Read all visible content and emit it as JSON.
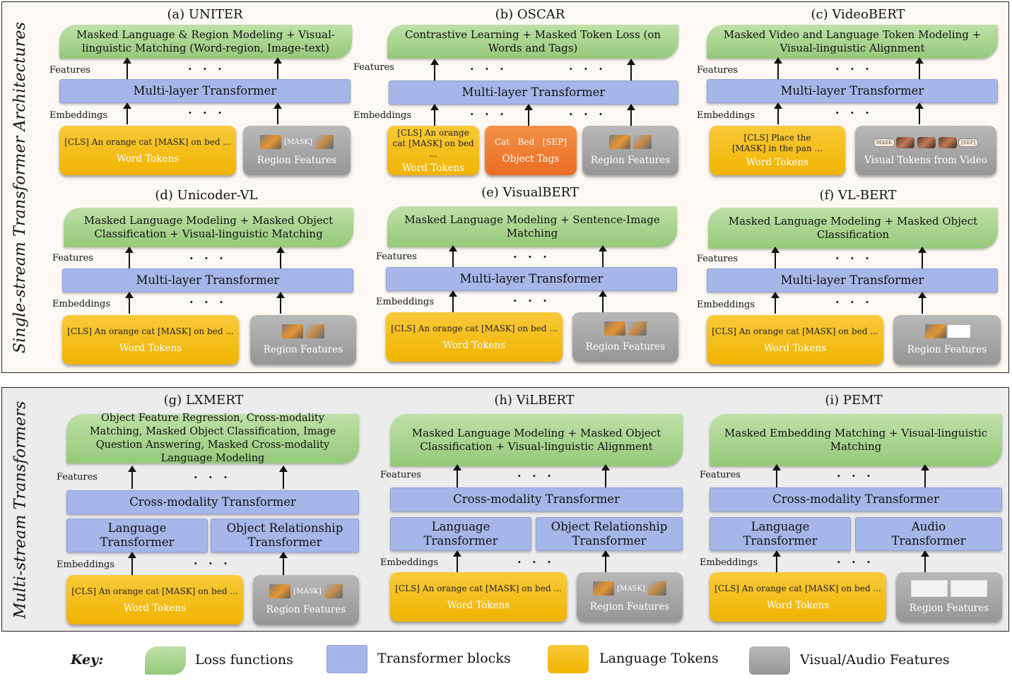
{
  "section_single": "Single-stream Transformer Architectures",
  "section_multi": "Multi-stream Transformers",
  "common": {
    "features": "Features",
    "embeddings": "Embeddings",
    "dots": "· · ·",
    "multi_layer": "Multi-layer Transformer",
    "cross_modality": "Cross-modality Transformer",
    "word_tokens": "Word Tokens",
    "region_features": "Region Features",
    "token_text": "[CLS] An orange cat [MASK] on bed ...",
    "mask": "[MASK]"
  },
  "panels": {
    "a": {
      "title": "(a) UNITER",
      "loss": "Masked Language & Region Modeling + Visual-linguistic Matching (Word-region, Image-text)"
    },
    "b": {
      "title": "(b) OSCAR",
      "loss": "Contrastive Learning + Masked Token Loss (on Words and Tags)",
      "token_text": "[CLS] An orange cat [MASK] on bed ...",
      "tags_text": "Cat   Bed   [SEP]",
      "tags_label": "Object Tags"
    },
    "c": {
      "title": "(c) VideoBERT",
      "loss": "Masked Video and Language Token Modeling + Visual-linguistic Alignment",
      "token_text": "[CLS] Place the [MASK] in the pan ...",
      "visual_label": "Visual Tokens from Video",
      "mask_pill": "MASK",
      "sep_pill": "[SEP]"
    },
    "d": {
      "title": "(d) Unicoder-VL",
      "loss": "Masked Language Modeling + Masked Object Classification + Visual-linguistic Matching"
    },
    "e": {
      "title": "(e) VisualBERT",
      "loss": "Masked Language Modeling + Sentence-Image Matching"
    },
    "f": {
      "title": "(f) VL-BERT",
      "loss": "Masked Language Modeling + Masked Object Classification"
    },
    "g": {
      "title": "(g) LXMERT",
      "loss": "Object Feature Regression, Cross-modality Matching, Masked Object Classification, Image Question Answering, Masked Cross-modality Language Modeling",
      "left_block": "Language Transformer",
      "right_block": "Object Relationship Transformer"
    },
    "h": {
      "title": "(h) ViLBERT",
      "loss": "Masked Language Modeling + Masked Object Classification + Visual-linguistic Alignment",
      "left_block": "Language Transformer",
      "right_block": "Object Relationship Transformer"
    },
    "i": {
      "title": "(i) PEMT",
      "loss": "Masked Embedding Matching + Visual-linguistic Matching",
      "left_block": "Language Transformer",
      "right_block": "Audio Transformer"
    }
  },
  "key": {
    "title": "Key:",
    "items": [
      {
        "label": "Loss functions",
        "color": "#a8d58c"
      },
      {
        "label": "Transformer blocks",
        "color": "#a6b6e8"
      },
      {
        "label": "Language Tokens",
        "color": "#f5c518"
      },
      {
        "label": "Visual/Audio Features",
        "color": "#a8a8a8"
      }
    ]
  }
}
